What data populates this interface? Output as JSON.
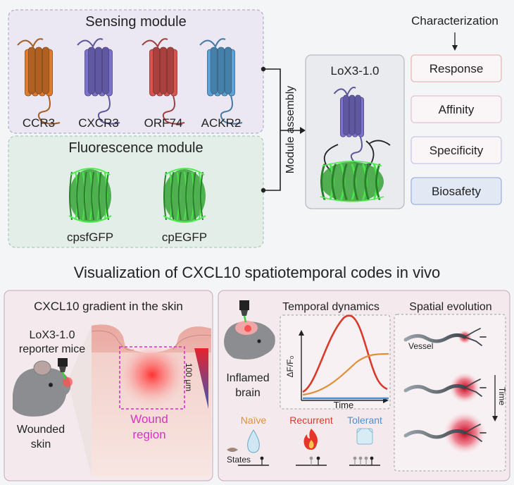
{
  "sensing": {
    "title": "Sensing module",
    "receptors": [
      {
        "label": "CCR3",
        "color": "#e07b2c"
      },
      {
        "label": "CXCR3",
        "color": "#7b72d0"
      },
      {
        "label": "ORF74",
        "color": "#d9534f"
      },
      {
        "label": "ACKR2",
        "color": "#5aa3d8"
      }
    ]
  },
  "fluorescence": {
    "title": "Fluorescence module",
    "proteins": [
      {
        "label": "cpsfGFP"
      },
      {
        "label": "cpEGFP"
      }
    ],
    "color": "#3cb63c"
  },
  "assembly": {
    "label": "Module assembly"
  },
  "product": {
    "title": "LoX3-1.0",
    "color": "#7b72d0"
  },
  "characterization": {
    "title": "Characterization",
    "items": [
      "Response",
      "Affinity",
      "Specificity",
      "Biosafety"
    ],
    "colors": [
      "#e8b7b7",
      "#e4c2d8",
      "#ccc6e8",
      "#9fb3de"
    ]
  },
  "section_title": "Visualization of CXCL10 spatiotemporal codes in vivo",
  "skin_panel": {
    "title": "CXCL10 gradient in the skin",
    "mice_label_1": "LoX3-1.0",
    "mice_label_2": "reporter mice",
    "mouse_label_1": "Wounded",
    "mouse_label_2": "skin",
    "wound_label_1": "Wound",
    "wound_label_2": "region",
    "scale": "100 μm"
  },
  "brain_panel": {
    "temporal_title": "Temporal dynamics",
    "spatial_title": "Spatial evolution",
    "brain_label_1": "Inflamed",
    "brain_label_2": "brain",
    "ylabel": "ΔF/F₀",
    "xlabel": "Time",
    "vessel": "Vessel",
    "time_arrow": "Time",
    "states_label": "States",
    "states": [
      {
        "label": "Naïve",
        "color": "#e0903a"
      },
      {
        "label": "Recurrent",
        "color": "#d93a2b"
      },
      {
        "label": "Tolerant",
        "color": "#4b8fd0"
      }
    ]
  }
}
